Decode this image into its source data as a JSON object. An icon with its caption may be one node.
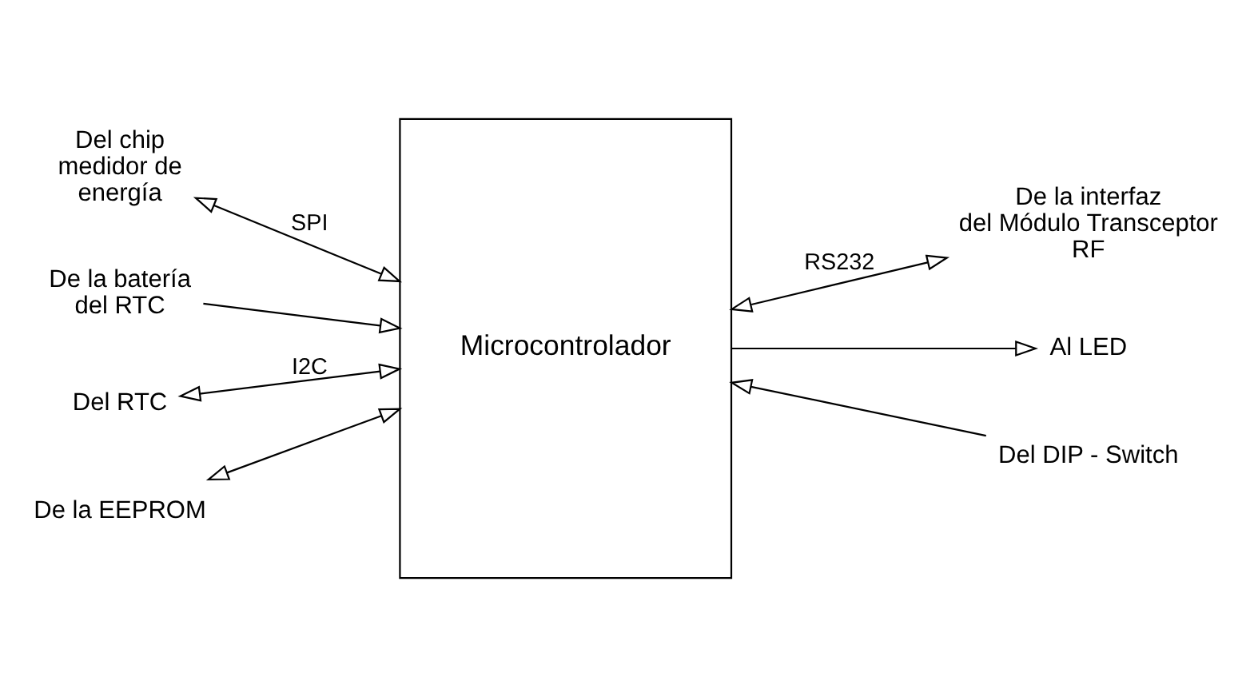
{
  "diagram": {
    "nodes": [
      {
        "text": [
          "Microcontrolador"
        ]
      },
      {
        "text": [
          "Del chip medidor de energía"
        ]
      },
      {
        "text": [
          "De la interfaz del Módulo Transceptor RF"
        ]
      },
      {
        "text": [
          "De la batería del RTC"
        ]
      },
      {
        "text": [
          "Al LED"
        ]
      },
      {
        "text": [
          "Del DIP - Switch"
        ]
      },
      {
        "text": [
          "Del RTC"
        ]
      },
      {
        "text": [
          "De la EEPROM"
        ]
      }
    ],
    "edges": [
      {
        "from": 1,
        "to": 0,
        "arrow": "both",
        "label": "SPI"
      },
      {
        "from": 0,
        "to": 2,
        "arrow": "both",
        "label": "RS232"
      },
      {
        "from": 3,
        "to": 0,
        "arrow": "to"
      },
      {
        "from": 0,
        "to": 4,
        "arrow": "to"
      },
      {
        "from": 5,
        "to": 0,
        "arrow": "to"
      },
      {
        "from": 0,
        "to": 6,
        "arrow": "both",
        "label": "I2C"
      },
      {
        "from": 0,
        "to": 7,
        "arrow": "both"
      }
    ]
  }
}
